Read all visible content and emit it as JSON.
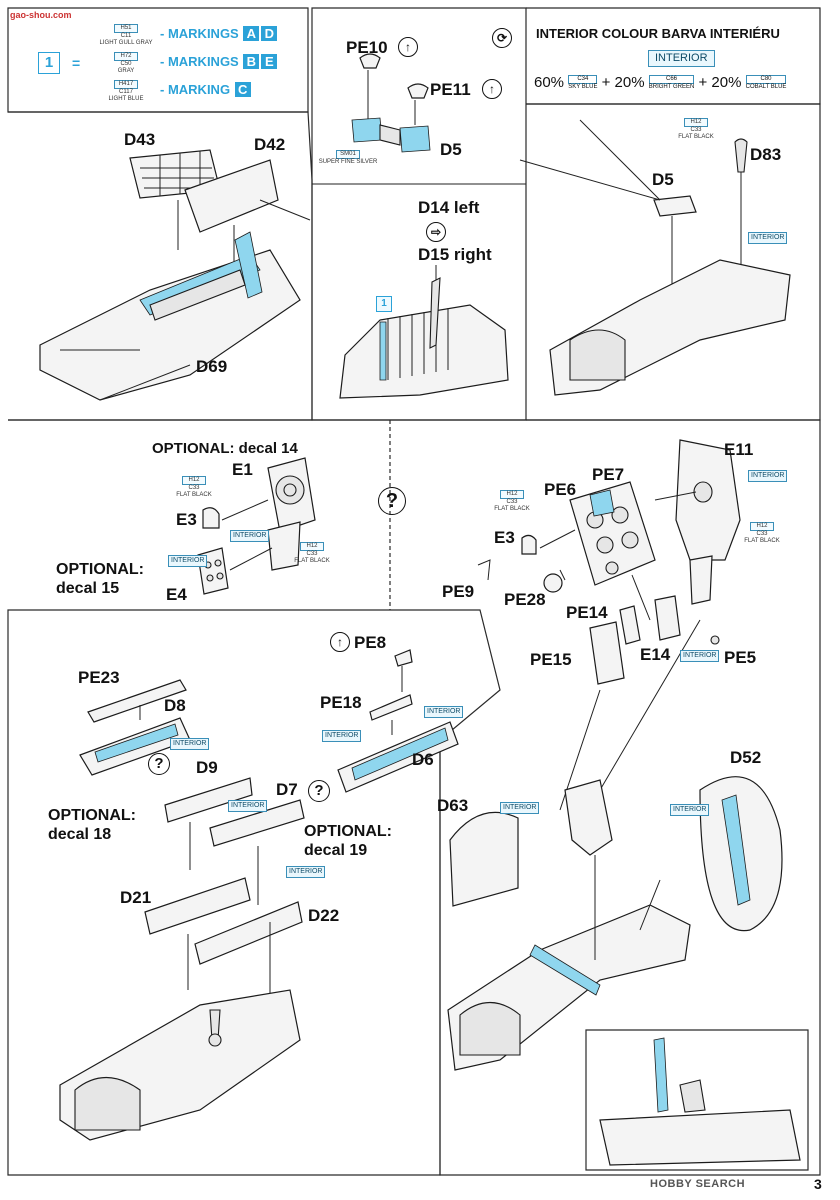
{
  "legend": {
    "step_number": "1",
    "equals": "=",
    "rows": [
      {
        "label": "MARKINGS",
        "letters": [
          "A",
          "D"
        ],
        "paint_code": "H51",
        "paint_sub": "C11",
        "paint_name": "LIGHT GULL GRAY"
      },
      {
        "label": "MARKINGS",
        "letters": [
          "B",
          "E"
        ],
        "paint_code": "H72",
        "paint_sub": "C50",
        "paint_name": "GRAY"
      },
      {
        "label": "MARKING",
        "letters": [
          "C"
        ],
        "paint_code": "H417",
        "paint_sub": "C117",
        "paint_name": "LIGHT BLUE"
      }
    ]
  },
  "interior_colour": {
    "title": "INTERIOR COLOUR  BARVA INTERIÉRU",
    "tag": "INTERIOR",
    "mix": [
      {
        "pct": "60%",
        "code": "C34",
        "name": "SKY BLUE"
      },
      {
        "pct": "+ 20%",
        "code": "C66",
        "name": "BRIGHT GREEN"
      },
      {
        "pct": "+ 20%",
        "code": "C80",
        "name": "COBALT BLUE"
      }
    ]
  },
  "labels": {
    "d43": "D43",
    "d42": "D42",
    "d69": "D69",
    "pe10": "PE10",
    "pe11": "PE11",
    "d5_top": "D5",
    "sm01_code": "SM01",
    "sm01_name": "SUPER FINE SILVER",
    "d14": "D14 left",
    "d15": "D15 right",
    "step1": "1",
    "d5_right": "D5",
    "d83": "D83",
    "h12_code": "H12",
    "c33_code": "C33",
    "flat_black": "FLAT BLACK",
    "interior": "INTERIOR",
    "optional_decal14": "OPTIONAL: decal 14",
    "e1": "E1",
    "e3_left": "E3",
    "e4": "E4",
    "optional_decal15_1": "OPTIONAL:",
    "optional_decal15_2": "decal 15",
    "question": "?",
    "e11": "E11",
    "pe7": "PE7",
    "pe6": "PE6",
    "e3_right": "E3",
    "pe9": "PE9",
    "pe28": "PE28",
    "pe14": "PE14",
    "pe15": "PE15",
    "e14": "E14",
    "pe5": "PE5",
    "pe8": "PE8",
    "pe23": "PE23",
    "d8": "D8",
    "pe18": "PE18",
    "d6": "D6",
    "d9": "D9",
    "d7": "D7",
    "optional_decal18_1": "OPTIONAL:",
    "optional_decal18_2": "decal 18",
    "optional_decal19_1": "OPTIONAL:",
    "optional_decal19_2": "decal 19",
    "d21": "D21",
    "d22": "D22",
    "d63": "D63",
    "d52": "D52",
    "page_number": "3"
  },
  "watermark": {
    "top_left_text": "gao-shou.com",
    "bottom_right_text": "HOBBY SEARCH"
  }
}
